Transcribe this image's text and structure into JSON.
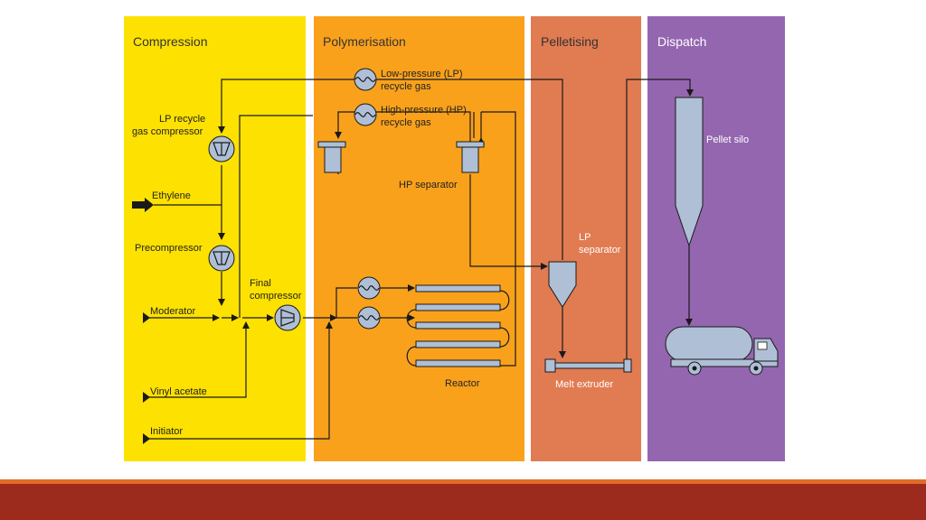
{
  "colors": {
    "compression": "#fde100",
    "polymerisation": "#f9a11b",
    "pelletising": "#e17b52",
    "dispatch": "#9466b0",
    "equipment": "#aebfd6",
    "footer_bar": "#9c2b1e",
    "footer_accent": "#e36b2a"
  },
  "stages": {
    "compression": "Compression",
    "polymerisation": "Polymerisation",
    "pelletising": "Pelletising",
    "dispatch": "Dispatch"
  },
  "labels": {
    "lp_recycle_gas_1": "Low-pressure (LP)",
    "lp_recycle_gas_2": "recycle gas",
    "hp_recycle_gas_1": "High-pressure (HP)",
    "hp_recycle_gas_2": "recycle gas",
    "lp_compressor_1": "LP recycle",
    "lp_compressor_2": "gas compressor",
    "ethylene": "Ethylene",
    "precompressor": "Precompressor",
    "final_compressor_1": "Final",
    "final_compressor_2": "compressor",
    "moderator": "Moderator",
    "vinyl_acetate": "Vinyl acetate",
    "initiator": "Initiator",
    "hp_separator": "HP separator",
    "reactor": "Reactor",
    "lp_separator_1": "LP",
    "lp_separator_2": "separator",
    "melt_extruder": "Melt extruder",
    "pellet_silo": "Pellet silo"
  },
  "icons": {
    "compressor": "compressor-icon",
    "heat_exchanger": "heat-exchanger-icon",
    "arrow": "arrowhead-icon",
    "truck": "tanker-truck-icon"
  }
}
